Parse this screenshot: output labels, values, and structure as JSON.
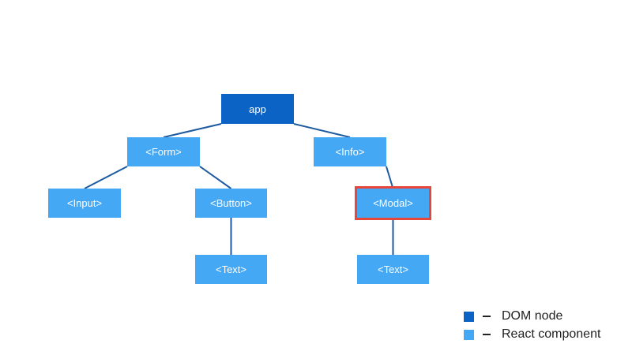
{
  "diagram": {
    "nodes": {
      "app": {
        "label": "app",
        "kind": "dom"
      },
      "form": {
        "label": "<Form>",
        "kind": "component"
      },
      "info": {
        "label": "<Info>",
        "kind": "component"
      },
      "input": {
        "label": "<Input>",
        "kind": "component"
      },
      "button": {
        "label": "<Button>",
        "kind": "component"
      },
      "modal": {
        "label": "<Modal>",
        "kind": "component",
        "highlighted": true
      },
      "text1": {
        "label": "<Text>",
        "kind": "component"
      },
      "text2": {
        "label": "<Text>",
        "kind": "component"
      }
    },
    "edges": [
      [
        "app",
        "form"
      ],
      [
        "app",
        "info"
      ],
      [
        "form",
        "input"
      ],
      [
        "form",
        "button"
      ],
      [
        "info",
        "modal"
      ],
      [
        "button",
        "text1"
      ],
      [
        "modal",
        "text2"
      ]
    ]
  },
  "legend": {
    "items": [
      {
        "label": "DOM node",
        "color": "#0b63c6"
      },
      {
        "label": "React component",
        "color": "#45a8f5"
      }
    ]
  },
  "colors": {
    "dom_node": "#0b63c6",
    "component": "#45a8f5",
    "edge": "#1e5aa0",
    "highlight": "#e8463a"
  }
}
